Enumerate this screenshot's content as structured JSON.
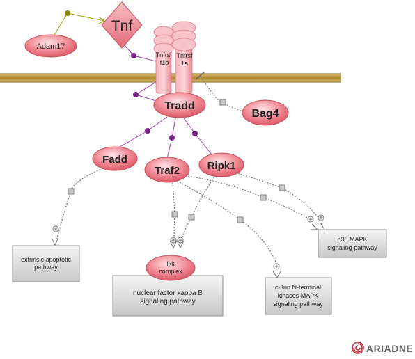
{
  "nodes": {
    "tnf": "Tnf",
    "adam17": "Adam17",
    "tnfrsf1b": [
      "Tnfrs",
      "f1b"
    ],
    "tnfrsf1a": [
      "Tnfrsf",
      "1a"
    ],
    "tradd": "Tradd",
    "bag4": "Bag4",
    "fadd": "Fadd",
    "traf2": "Traf2",
    "ripk1": "Ripk1",
    "ikk_complex": [
      "Ikk",
      "complex"
    ]
  },
  "pathways": {
    "extrinsic_apoptotic": [
      "extrinsic apoptotic",
      "pathway"
    ],
    "nfkb": [
      "nuclear factor kappa B",
      "signaling pathway"
    ],
    "jnk_mapk": [
      "c-Jun N-terminal",
      "kinases MAPK",
      "signaling pathway"
    ],
    "p38_mapk": [
      "p38 MAPK",
      "signaling pathway"
    ]
  },
  "brand": {
    "logo_text": "ARIADNE"
  },
  "colors": {
    "protein_fill_light": "#fbd5d9",
    "protein_fill_dark": "#e46a78",
    "protein_stroke": "#c0505c",
    "membrane": "#bfa04a",
    "binding_dot": "#7a1f8c",
    "binding_line": "#a040b0",
    "effect_line": "#808080",
    "ligand_line": "#a0a000",
    "pathway_fill": "#dcdcdc",
    "logo": "#c0283c"
  }
}
